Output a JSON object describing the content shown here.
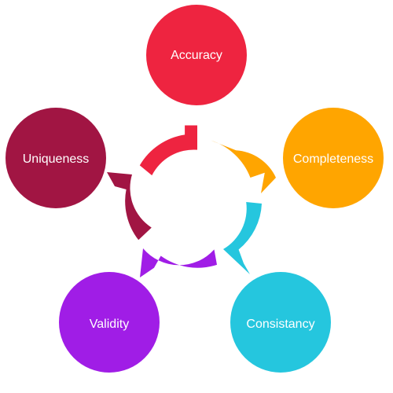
{
  "diagram": {
    "type": "cycle",
    "direction": "clockwise",
    "nodes": [
      {
        "label": "Accuracy",
        "color": "#EE2440"
      },
      {
        "label": "Completeness",
        "color": "#FFA500"
      },
      {
        "label": "Consistancy",
        "color": "#25C6DE"
      },
      {
        "label": "Validity",
        "color": "#A01DE6"
      },
      {
        "label": "Uniqueness",
        "color": "#A11543"
      }
    ]
  }
}
